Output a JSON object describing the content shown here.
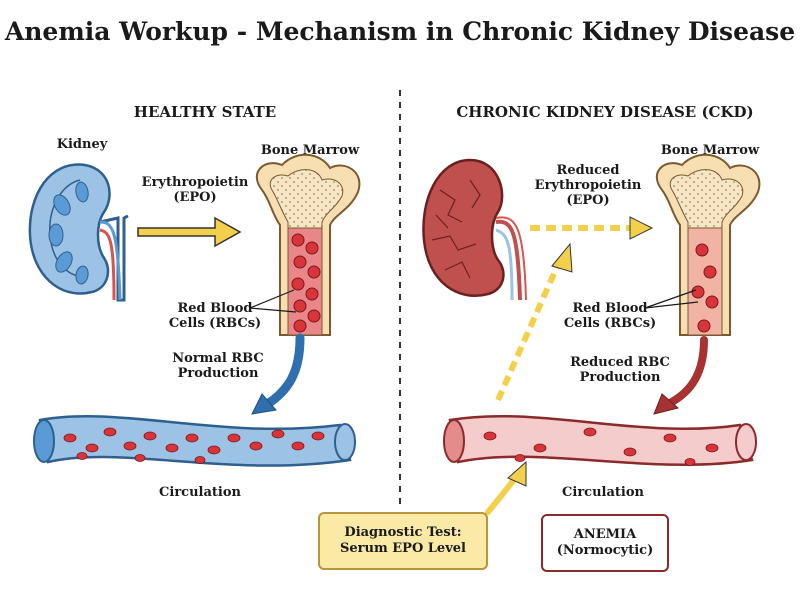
{
  "title": "Anemia Workup - Mechanism in Chronic Kidney Disease",
  "healthy": {
    "heading": "HEALTHY STATE",
    "kidney_label": "Kidney",
    "epo_line1": "Erythropoietin",
    "epo_line2": "(EPO)",
    "bone_marrow_label": "Bone Marrow",
    "rbc_line1": "Red Blood",
    "rbc_line2": "Cells (RBCs)",
    "production_line1": "Normal RBC",
    "production_line2": "Production",
    "circulation_label": "Circulation"
  },
  "ckd": {
    "heading": "CHRONIC KIDNEY DISEASE (CKD)",
    "epo_line1": "Reduced",
    "epo_line2": "Erythropoietin",
    "epo_line3": "(EPO)",
    "bone_marrow_label": "Bone Marrow",
    "rbc_line1": "Red Blood",
    "rbc_line2": "Cells (RBCs)",
    "production_line1": "Reduced RBC",
    "production_line2": "Production",
    "circulation_label": "Circulation"
  },
  "diagnostic_box": {
    "line1": "Diagnostic Test:",
    "line2": "Serum EPO Level"
  },
  "anemia_box": {
    "line1": "ANEMIA",
    "line2": "(Normocytic)"
  },
  "colors": {
    "healthy_blue": "#5b9bd5",
    "epo_yellow": "#f2d04b",
    "ckd_kidney": "#c0504d",
    "rbc_red": "#d9343a",
    "bone": "#f8dfb3",
    "divider": "#333333"
  },
  "icons": [
    "kidney-healthy-icon",
    "kidney-ckd-icon",
    "bone-marrow-icon",
    "blood-vessel-icon"
  ]
}
